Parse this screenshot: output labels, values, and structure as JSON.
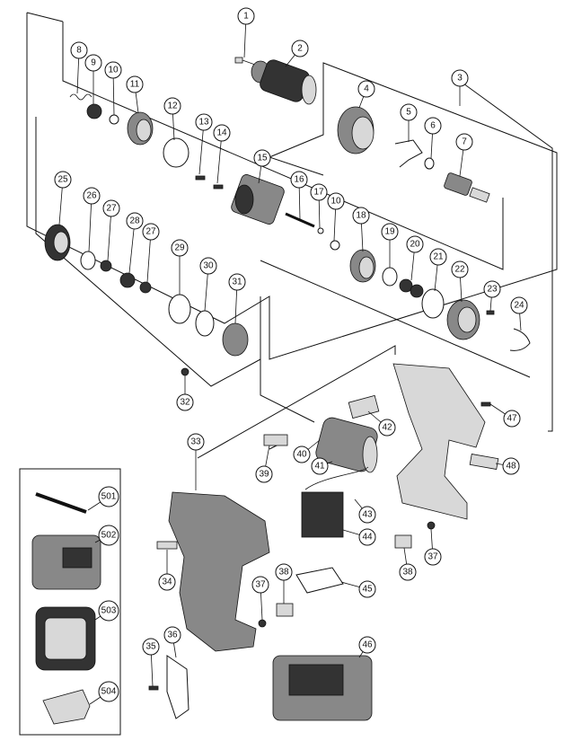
{
  "callouts": [
    {
      "num": "1"
    },
    {
      "num": "2"
    },
    {
      "num": "3"
    },
    {
      "num": "4"
    },
    {
      "num": "5"
    },
    {
      "num": "6"
    },
    {
      "num": "7"
    },
    {
      "num": "8"
    },
    {
      "num": "9"
    },
    {
      "num": "10"
    },
    {
      "num": "11"
    },
    {
      "num": "12"
    },
    {
      "num": "13"
    },
    {
      "num": "14"
    },
    {
      "num": "15"
    },
    {
      "num": "16"
    },
    {
      "num": "17"
    },
    {
      "num": "10"
    },
    {
      "num": "18"
    },
    {
      "num": "19"
    },
    {
      "num": "20"
    },
    {
      "num": "21"
    },
    {
      "num": "22"
    },
    {
      "num": "23"
    },
    {
      "num": "24"
    },
    {
      "num": "25"
    },
    {
      "num": "26"
    },
    {
      "num": "27"
    },
    {
      "num": "28"
    },
    {
      "num": "27"
    },
    {
      "num": "29"
    },
    {
      "num": "30"
    },
    {
      "num": "31"
    },
    {
      "num": "32"
    },
    {
      "num": "33"
    },
    {
      "num": "39"
    },
    {
      "num": "40"
    },
    {
      "num": "41"
    },
    {
      "num": "42"
    },
    {
      "num": "43"
    },
    {
      "num": "44"
    },
    {
      "num": "45"
    },
    {
      "num": "46"
    },
    {
      "num": "47"
    },
    {
      "num": "48"
    },
    {
      "num": "34"
    },
    {
      "num": "37"
    },
    {
      "num": "38"
    },
    {
      "num": "35"
    },
    {
      "num": "36"
    },
    {
      "num": "38"
    },
    {
      "num": "37"
    },
    {
      "num": "501"
    },
    {
      "num": "502"
    },
    {
      "num": "503"
    },
    {
      "num": "504"
    }
  ]
}
